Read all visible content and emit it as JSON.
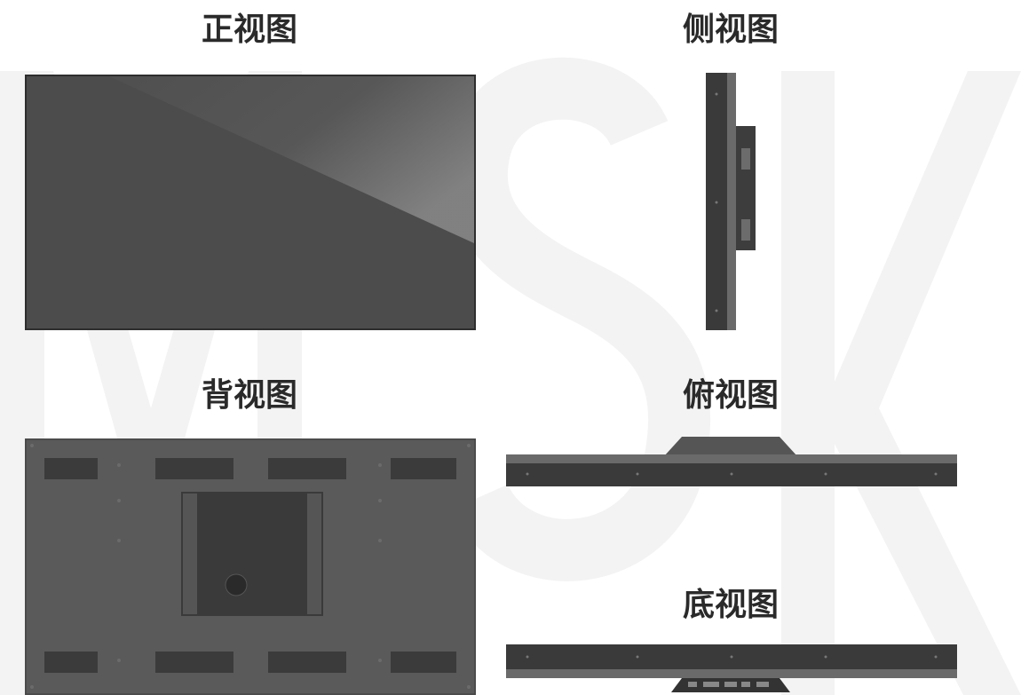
{
  "views": {
    "front": {
      "label": "正视图"
    },
    "side": {
      "label": "侧视图"
    },
    "back": {
      "label": "背视图"
    },
    "top": {
      "label": "俯视图"
    },
    "bottom": {
      "label": "底视图"
    }
  },
  "watermark": {
    "text": "MSK",
    "color": "#f2f2f2"
  },
  "colors": {
    "panel": "#4b4b4b",
    "bezel": "#3a3a3a",
    "edge": "#6a6a6a",
    "title": "#2a2a2a"
  }
}
